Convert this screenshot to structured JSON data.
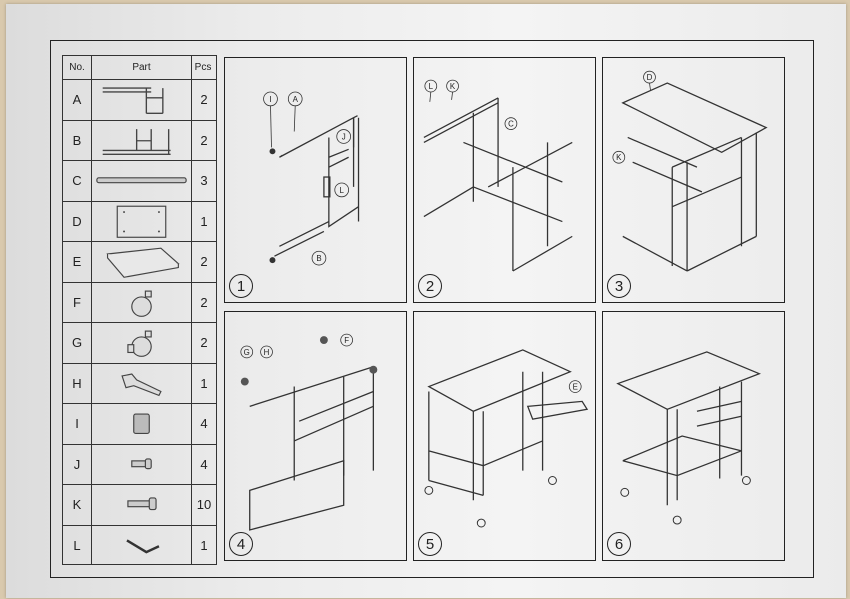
{
  "table": {
    "headers": {
      "no": "No.",
      "part": "Part",
      "pcs": "Pcs"
    },
    "rows": [
      {
        "letter": "A",
        "pcs": "2",
        "icon": "frame-side-a-icon"
      },
      {
        "letter": "B",
        "pcs": "2",
        "icon": "frame-side-b-icon"
      },
      {
        "letter": "C",
        "pcs": "3",
        "icon": "crossbar-tube-icon"
      },
      {
        "letter": "D",
        "pcs": "1",
        "icon": "tabletop-board-icon"
      },
      {
        "letter": "E",
        "pcs": "2",
        "icon": "shelf-tray-icon"
      },
      {
        "letter": "F",
        "pcs": "2",
        "icon": "caster-wheel-icon"
      },
      {
        "letter": "G",
        "pcs": "2",
        "icon": "locking-caster-icon"
      },
      {
        "letter": "H",
        "pcs": "1",
        "icon": "wrench-icon"
      },
      {
        "letter": "I",
        "pcs": "4",
        "icon": "end-cap-icon"
      },
      {
        "letter": "J",
        "pcs": "4",
        "icon": "short-bolt-icon"
      },
      {
        "letter": "K",
        "pcs": "10",
        "icon": "long-bolt-icon"
      },
      {
        "letter": "L",
        "pcs": "1",
        "icon": "allen-key-icon"
      }
    ]
  },
  "steps": [
    {
      "number": "1",
      "labels": [
        "I",
        "A",
        "J",
        "L",
        "B"
      ]
    },
    {
      "number": "2",
      "labels": [
        "L",
        "K",
        "C"
      ]
    },
    {
      "number": "3",
      "labels": [
        "D",
        "K"
      ]
    },
    {
      "number": "4",
      "labels": [
        "G",
        "H",
        "F"
      ]
    },
    {
      "number": "5",
      "labels": [
        "E"
      ]
    },
    {
      "number": "6",
      "labels": []
    }
  ]
}
